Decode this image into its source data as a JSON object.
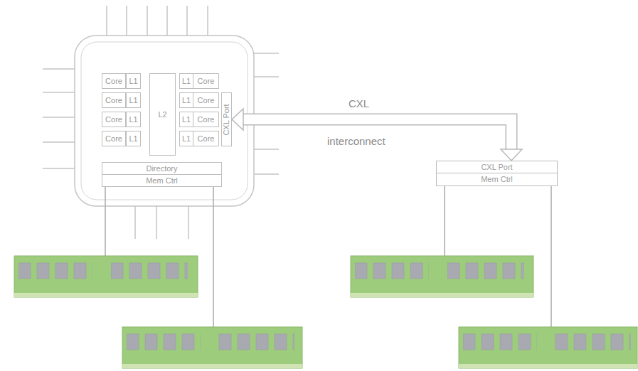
{
  "diagram": {
    "nodes": [
      {
        "text": [
          "Core"
        ]
      },
      {
        "text": [
          "L1"
        ]
      },
      {
        "text": [
          "L2"
        ]
      },
      {
        "text": [
          "L1"
        ]
      },
      {
        "text": [
          "Core"
        ]
      },
      {
        "text": [
          "Core"
        ]
      },
      {
        "text": [
          "L1"
        ]
      },
      {
        "text": [
          "L1"
        ]
      },
      {
        "text": [
          "Core"
        ]
      },
      {
        "text": [
          "CXL Port"
        ]
      },
      {
        "text": [
          "Core"
        ]
      },
      {
        "text": [
          "L1"
        ]
      },
      {
        "text": [
          "L1"
        ]
      },
      {
        "text": [
          "Core"
        ]
      },
      {
        "text": [
          "Core"
        ]
      },
      {
        "text": [
          "L1"
        ]
      },
      {
        "text": [
          "L1"
        ]
      },
      {
        "text": [
          "Core"
        ]
      },
      {
        "text": [
          "Directory"
        ]
      },
      {
        "text": [
          "Mem Ctrl"
        ]
      },
      {
        "text": [
          "CXL Port"
        ]
      },
      {
        "text": [
          "Mem Ctrl"
        ]
      }
    ],
    "edges": [
      {
        "from": 9,
        "to": 20,
        "arrow": "both"
      }
    ],
    "labels": [
      "CXL",
      "interconnect"
    ]
  }
}
